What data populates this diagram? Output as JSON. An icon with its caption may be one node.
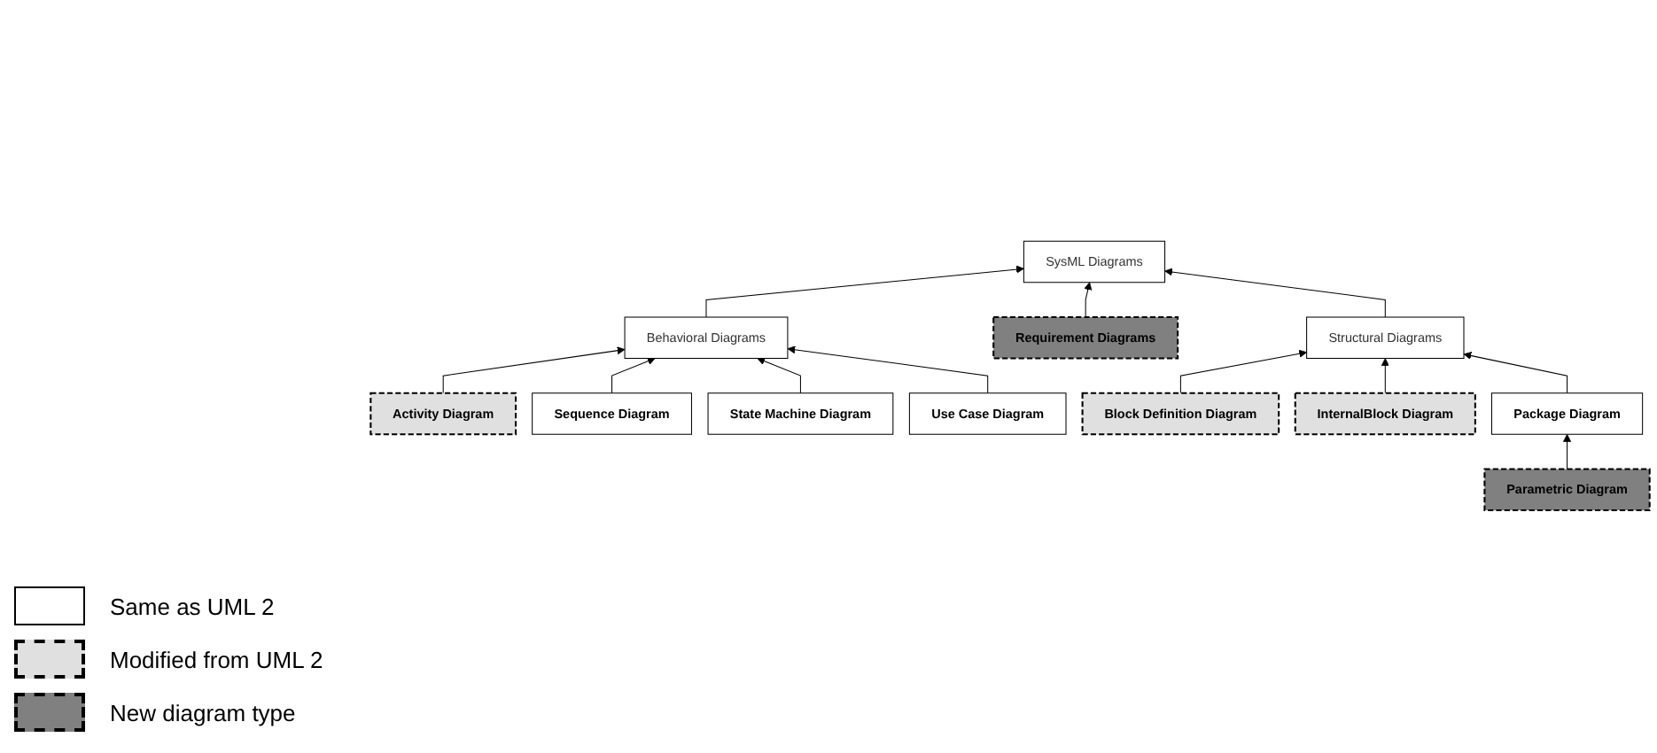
{
  "diagram": {
    "nodes": [
      {
        "text": [
          "SysML Diagrams"
        ]
      },
      {
        "text": [
          "Behavioral Diagrams"
        ]
      },
      {
        "text": [
          "Requirement Diagrams"
        ]
      },
      {
        "text": [
          "Structural Diagrams"
        ]
      },
      {
        "text": [
          "Activity Diagram"
        ]
      },
      {
        "text": [
          "Sequence Diagram"
        ]
      },
      {
        "text": [
          "State Machine Diagram"
        ]
      },
      {
        "text": [
          "Use Case Diagram"
        ]
      },
      {
        "text": [
          "Block Definition Diagram"
        ]
      },
      {
        "text": [
          "InternalBlock Diagram"
        ]
      },
      {
        "text": [
          "Package Diagram"
        ]
      },
      {
        "text": [
          "Parametric Diagram"
        ]
      }
    ],
    "edges": [
      {
        "from": 1,
        "to": 0,
        "arrow": "to"
      },
      {
        "from": 2,
        "to": 0,
        "arrow": "to"
      },
      {
        "from": 3,
        "to": 0,
        "arrow": "to"
      },
      {
        "from": 4,
        "to": 1,
        "arrow": "to"
      },
      {
        "from": 5,
        "to": 1,
        "arrow": "to"
      },
      {
        "from": 6,
        "to": 1,
        "arrow": "to"
      },
      {
        "from": 7,
        "to": 1,
        "arrow": "to"
      },
      {
        "from": 8,
        "to": 3,
        "arrow": "to"
      },
      {
        "from": 9,
        "to": 3,
        "arrow": "to"
      },
      {
        "from": 10,
        "to": 3,
        "arrow": "to"
      },
      {
        "from": 11,
        "to": 10,
        "arrow": "to"
      }
    ],
    "legend": [
      {
        "text": "Same as UML 2",
        "color": "#ffffff"
      },
      {
        "text": "Modified from UML 2",
        "color": "#e0e0e0"
      },
      {
        "text": "New diagram type",
        "color": "#808080"
      }
    ]
  }
}
